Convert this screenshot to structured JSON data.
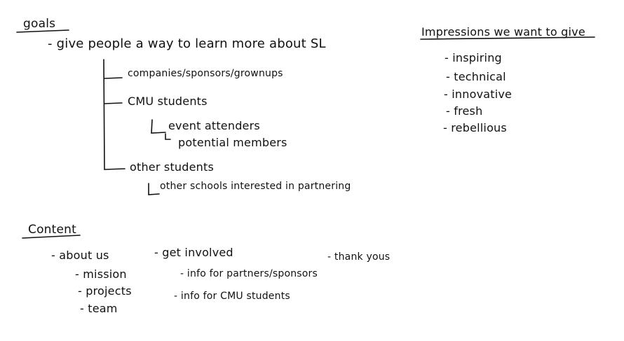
{
  "goals": {
    "heading": "goals",
    "main_item": "- give people a way to learn more about SL",
    "sub_items": [
      "companies/sponsors/grownups",
      "CMU students",
      "event attenders",
      "potential members",
      "other students",
      "other schools interested in partnering"
    ]
  },
  "impressions": {
    "heading": "Impressions we want to give",
    "items": [
      "- inspiring",
      "- technical",
      "- innovative",
      "- fresh",
      "- rebellious"
    ]
  },
  "content": {
    "heading": "Content",
    "about": "- about us",
    "about_items": [
      "- mission",
      "- projects",
      "- team"
    ],
    "involved": "- get involved",
    "involved_items": [
      "- info for partners/sponsors",
      "- info for CMU students"
    ],
    "thanks": "- thank yous"
  }
}
